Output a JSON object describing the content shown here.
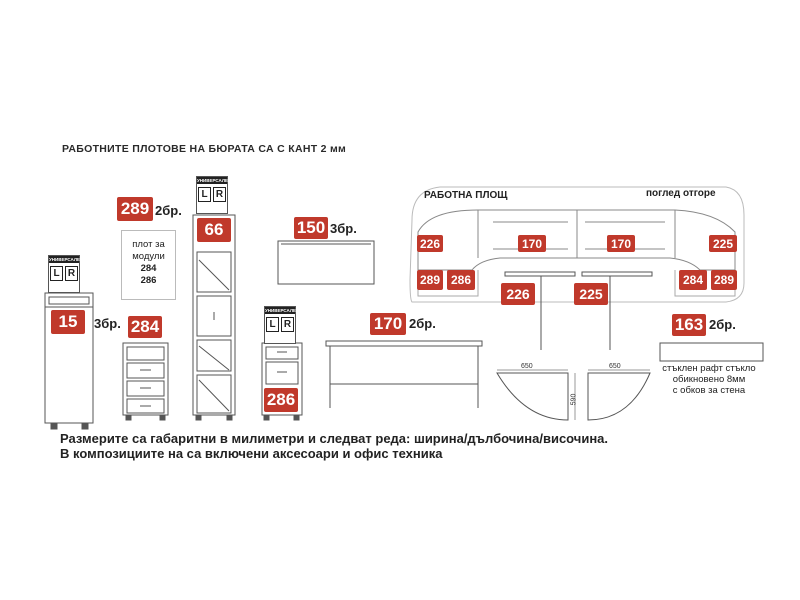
{
  "header": {
    "title": "РАБОТНИТЕ ПЛОТОВЕ НА БЮРАТА СА  С КАНТ 2 мм"
  },
  "universal": {
    "label": "УНИВЕРСАЛЕН",
    "left": "L",
    "right": "R"
  },
  "items": {
    "cabinet15": {
      "code": "15",
      "qty": "3бр."
    },
    "plot289": {
      "code": "289",
      "qty": "2бр.",
      "text_lines": [
        "плот за",
        "модули",
        "284",
        "286"
      ]
    },
    "column66": {
      "code": "66"
    },
    "shelf150": {
      "code": "150",
      "qty": "3бр."
    },
    "drawers284": {
      "code": "284"
    },
    "drawers286": {
      "code": "286"
    },
    "desk170": {
      "code": "170",
      "qty": "2бр."
    },
    "glass163": {
      "code": "163",
      "qty": "2бр.",
      "text_lines": [
        "стъклен рафт стъкло",
        "обикновено 8мм",
        "с обков за стена"
      ]
    }
  },
  "workspace": {
    "title": "РАБОТНА ПЛОЩ",
    "view": "поглед отгоре",
    "codes": [
      "226",
      "170",
      "170",
      "225",
      "289",
      "286",
      "284",
      "289"
    ],
    "legs": [
      "226",
      "225"
    ]
  },
  "corner_dims": {
    "left_w": "650",
    "right_w": "650",
    "depth": "590"
  },
  "footer": {
    "line1": "Размерите са габаритни в милиметри и следват реда: ширина/дълбочина/височина.",
    "line2": "В композициите на са включени аксесоари и офис техника"
  },
  "colors": {
    "badge": "#c0392b",
    "line": "#555555"
  }
}
